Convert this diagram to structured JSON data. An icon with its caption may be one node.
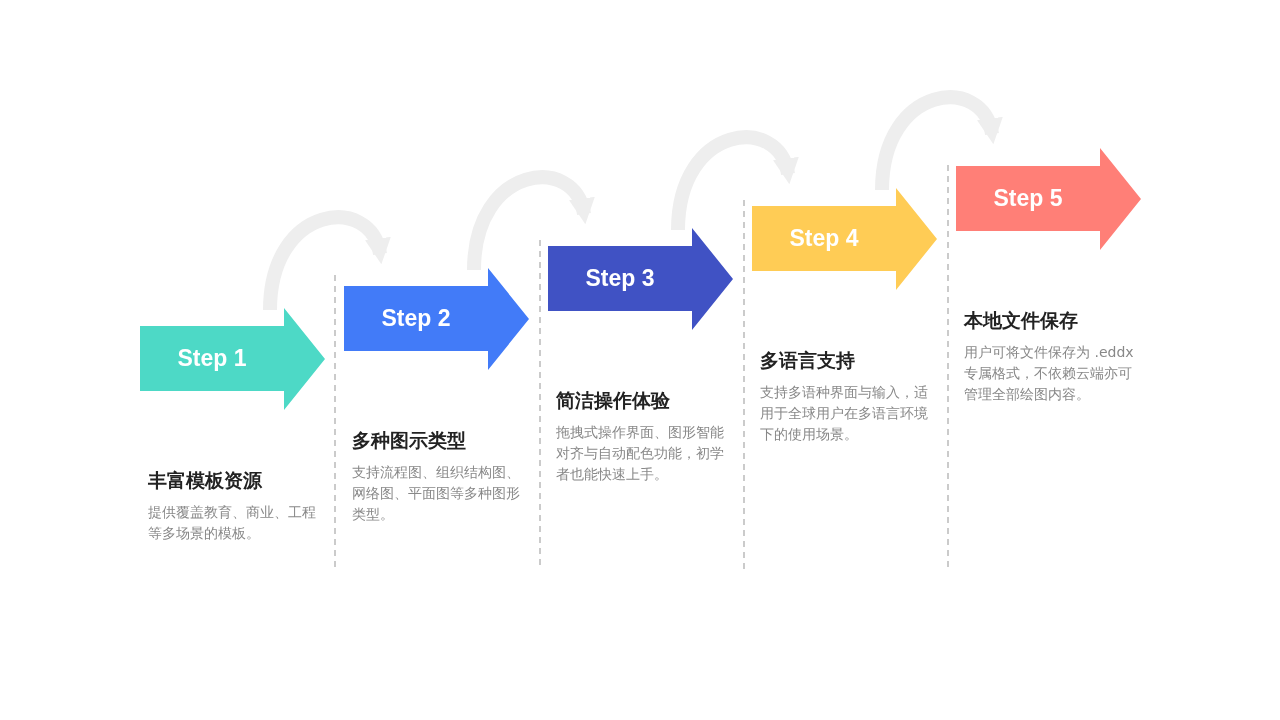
{
  "diagram": {
    "nodes": [
      {
        "text": [
          "Step 1"
        ],
        "beside": [
          "丰富模板资源",
          "提供覆盖教育、商业、工程等多场景的模板。"
        ]
      },
      {
        "text": [
          "Step 2"
        ],
        "beside": [
          "多种图示类型",
          "支持流程图、组织结构图、网络图、平面图等多种图形类型。"
        ]
      },
      {
        "text": [
          "Step 3"
        ],
        "beside": [
          "简洁操作体验",
          "拖拽式操作界面、图形智能对齐与自动配色功能，初学者也能快速上手。"
        ]
      },
      {
        "text": [
          "Step 4"
        ],
        "beside": [
          "多语言支持",
          "支持多语种界面与输入，适用于全球用户在多语言环境下的使用场景。"
        ]
      },
      {
        "text": [
          "Step 5"
        ],
        "beside": [
          "本地文件保存",
          "用户可将文件保存为 .eddx 专属格式，不依赖云端亦可管理全部绘图内容。"
        ]
      }
    ],
    "edges": [
      {
        "from": 0,
        "to": 1,
        "arrow": "to"
      },
      {
        "from": 1,
        "to": 2,
        "arrow": "to"
      },
      {
        "from": 2,
        "to": 3,
        "arrow": "to"
      },
      {
        "from": 3,
        "to": 4,
        "arrow": "to"
      }
    ]
  }
}
